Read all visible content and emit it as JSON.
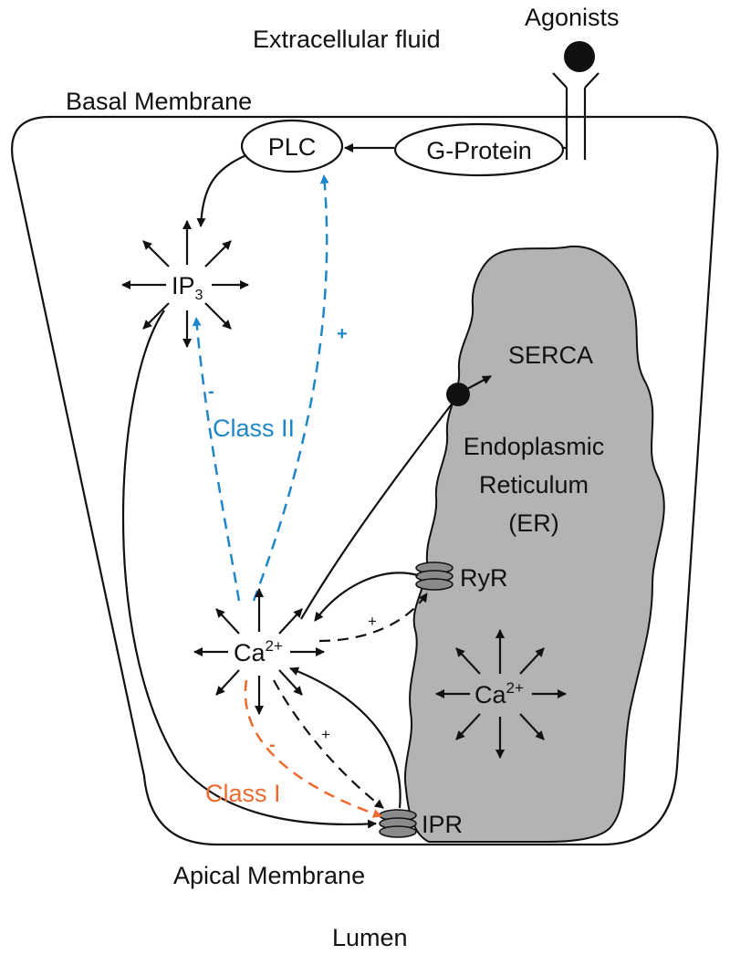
{
  "labels": {
    "agonists": "Agonists",
    "extracellular_fluid": "Extracellular fluid",
    "basal_membrane": "Basal Membrane",
    "apical_membrane": "Apical Membrane",
    "lumen": "Lumen",
    "plc": "PLC",
    "g_protein": "G-Protein",
    "ip3_main": "IP",
    "ip3_sub": "3",
    "serca": "SERCA",
    "er_line1": "Endoplasmic",
    "er_line2": "Reticulum",
    "er_line3": "(ER)",
    "ryr": "RyR",
    "ipr": "IPR",
    "ca_main": "Ca",
    "ca_sup": "2+",
    "er_ca_main": "Ca",
    "er_ca_sup": "2+",
    "class_ii": "Class II",
    "class_i": "Class I",
    "sign_plus_blue": "+",
    "sign_minus_blue": "-",
    "sign_minus_orange": "-",
    "sign_plus_ryr": "+",
    "sign_plus_ipr": "+"
  },
  "colors": {
    "line": "#111111",
    "er_fill": "#b3b3b3",
    "channel_fill": "#8a8a8a",
    "class_ii": "#1f86c8",
    "class_i": "#ee6a2e"
  },
  "icons": {
    "agonist": "filled-circle",
    "receptor": "y-shaped-receptor",
    "serca_pump": "filled-circle",
    "channels": "stacked-disc-channel",
    "diffusion": "radiating-arrows"
  }
}
